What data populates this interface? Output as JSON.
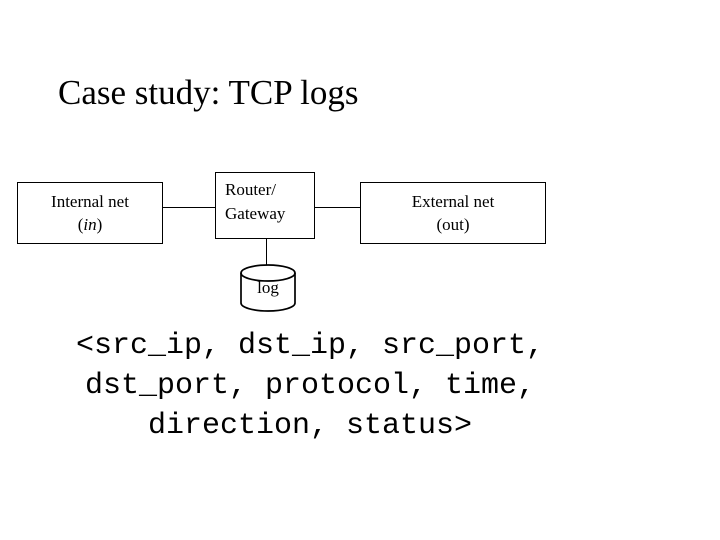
{
  "slide": {
    "title": "Case study: TCP logs",
    "background_color": "#ffffff",
    "text_color": "#000000"
  },
  "diagram": {
    "type": "network-flow",
    "nodes": [
      {
        "id": "internal-net",
        "shape": "rectangle",
        "line1": "Internal net",
        "line2_open_paren": "(",
        "line2_italic": "in",
        "line2_close_paren": ")"
      },
      {
        "id": "router-gateway",
        "shape": "rectangle",
        "line1": "Router/",
        "line2": "Gateway"
      },
      {
        "id": "external-net",
        "shape": "rectangle",
        "line1": "External net",
        "line2": "(out)"
      },
      {
        "id": "log-store",
        "shape": "cylinder",
        "label": "log"
      }
    ],
    "edges": [
      {
        "id": "internal-to-router",
        "from": "internal-net",
        "to": "router-gateway",
        "orientation": "horizontal"
      },
      {
        "id": "router-to-external",
        "from": "router-gateway",
        "to": "external-net",
        "orientation": "horizontal"
      },
      {
        "id": "router-to-log",
        "from": "router-gateway",
        "to": "log-store",
        "orientation": "vertical"
      }
    ],
    "stroke_color": "#000000"
  },
  "record_format": {
    "lines": [
      "<src_ip, dst_ip, src_port,",
      "dst_port, protocol, time,",
      "direction, status>"
    ],
    "fields": [
      "src_ip",
      "dst_ip",
      "src_port",
      "dst_port",
      "protocol",
      "time",
      "direction",
      "status"
    ]
  }
}
